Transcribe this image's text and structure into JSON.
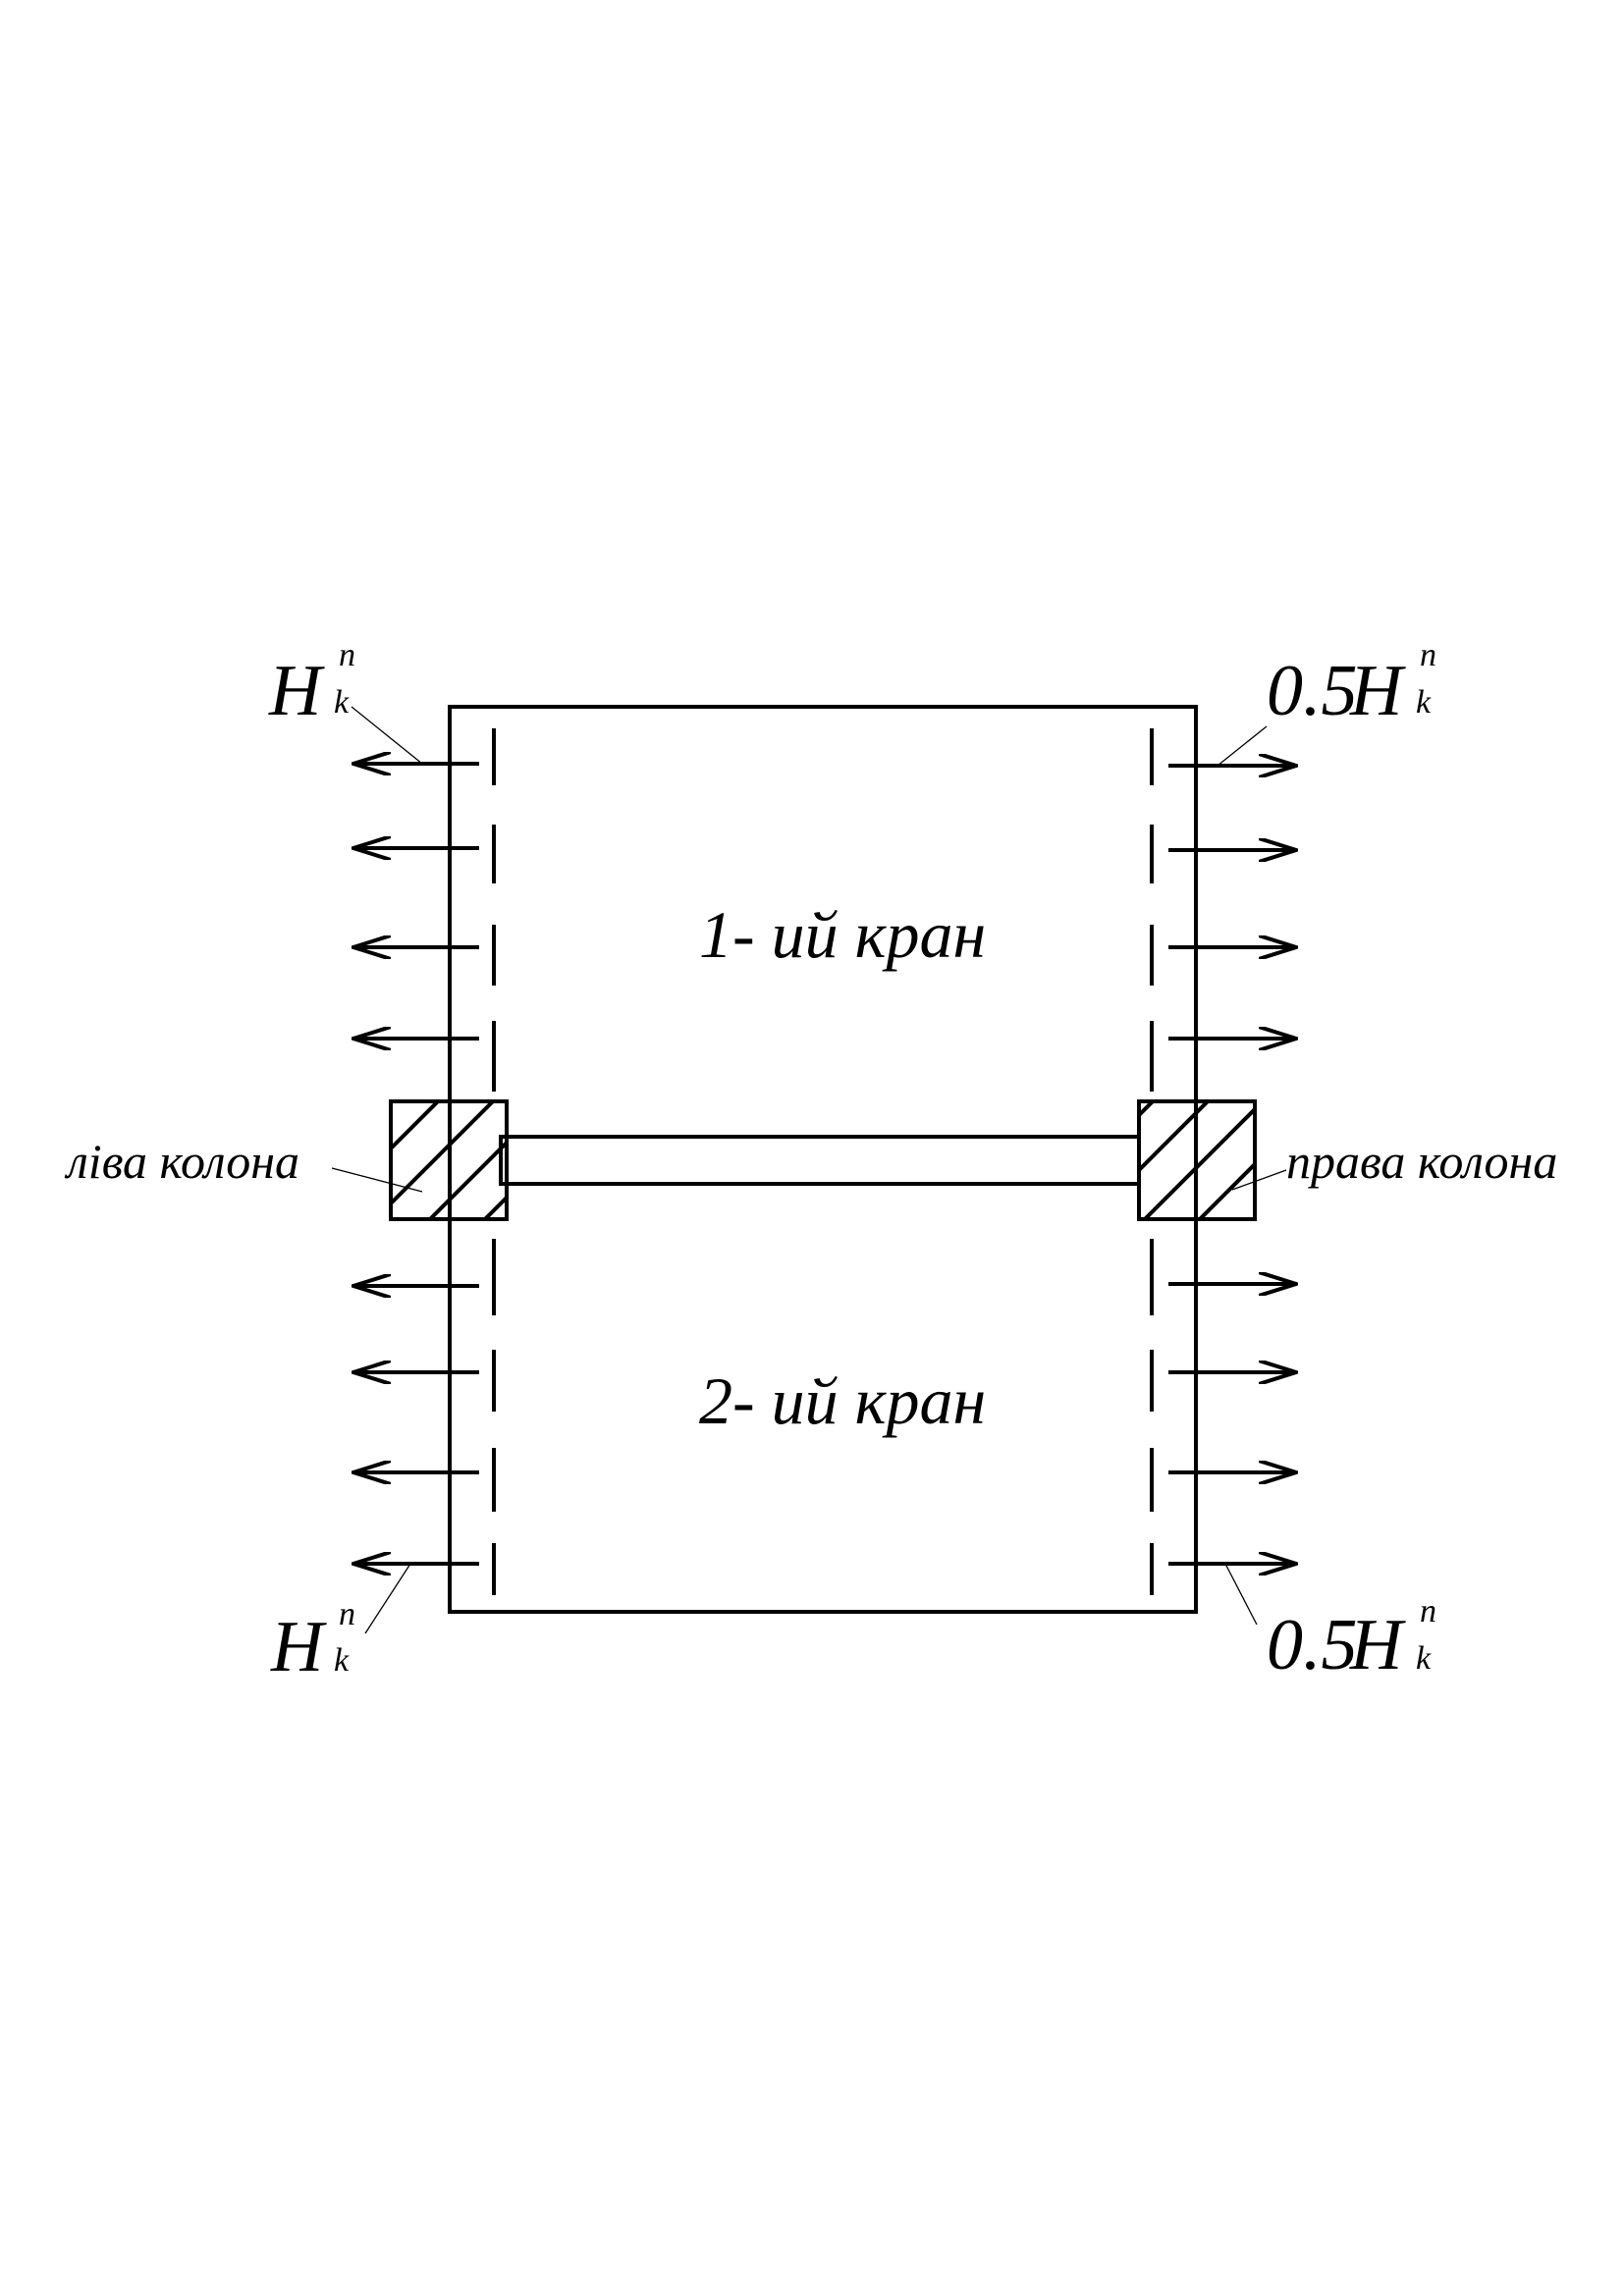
{
  "diagram": {
    "crane_1_label": "1- ий кран",
    "crane_2_label": "2- ий кран",
    "left_column_label": "ліва колона",
    "right_column_label": "права колона",
    "force_top_left": {
      "base": "H",
      "sub": "k",
      "sup": "n"
    },
    "force_bottom_left": {
      "base": "H",
      "sub": "k",
      "sup": "n"
    },
    "force_top_right": {
      "coef": "0.5",
      "base": "H",
      "sub": "k",
      "sup": "n"
    },
    "force_bottom_right": {
      "coef": "0.5",
      "base": "H",
      "sub": "k",
      "sup": "n"
    }
  }
}
